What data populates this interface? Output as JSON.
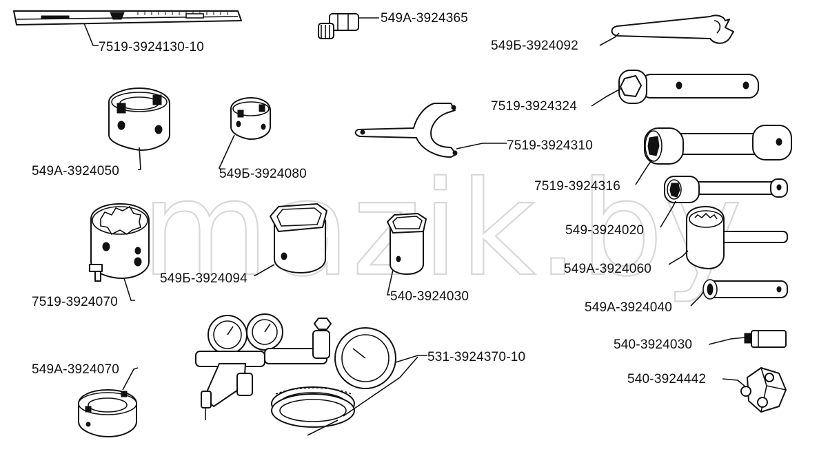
{
  "watermark": "mazik.by",
  "parts": {
    "gauge_ruler": "7519-3924130-10",
    "valve_fitting": "549А-3924365",
    "flat_wrench": "549Б-3924092",
    "socket_wrench_large": "7519-3924324",
    "ring_wrench_large": "549А-3924050",
    "ring_wrench_small": "549Б-3924080",
    "spanner_hook_wrench": "7519-3924310",
    "box_wrench_double": "7519-3924316",
    "splined_socket": "7519-3924070",
    "hex_socket_large": "549Б-3924094",
    "hex_socket_small": "540-3924030",
    "box_wrench_small": "549-3924020",
    "tee_wrench": "549А-3924060",
    "tube_wrench": "549А-3924040",
    "hex_key": "540-3924030",
    "slotted_ring": "549А-3924070",
    "pressure_gauge_kit": "531-3924370-10",
    "hex_nut_adapter": "540-3924442"
  }
}
